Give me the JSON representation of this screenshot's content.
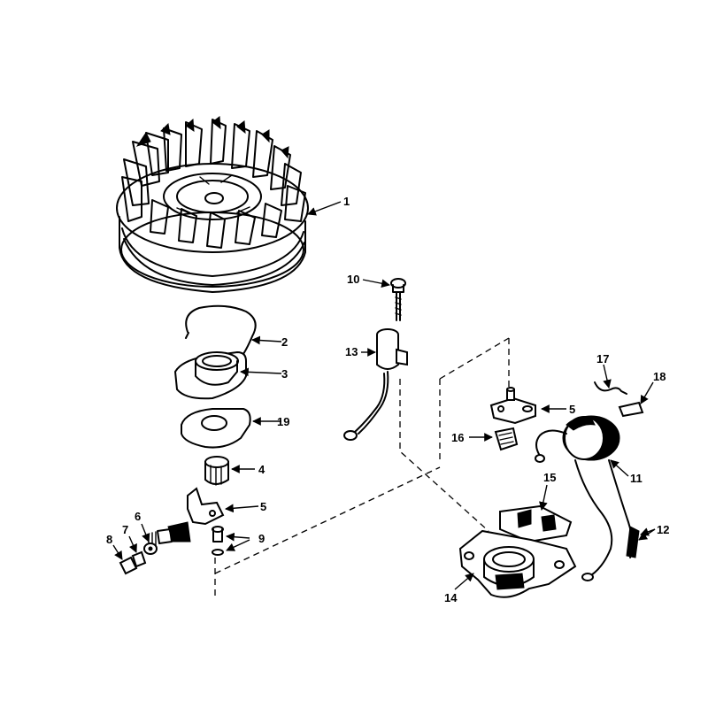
{
  "labels": {
    "l1": "1",
    "l2": "2",
    "l3": "3",
    "l4": "4",
    "l5a": "5",
    "l5b": "5",
    "l6": "6",
    "l7": "7",
    "l8": "8",
    "l9": "9",
    "l10": "10",
    "l11": "11",
    "l12": "12",
    "l13": "13",
    "l14": "14",
    "l15": "15",
    "l16": "16",
    "l17": "17",
    "l18": "18",
    "l19": "19"
  },
  "colors": {
    "ink": "#000000",
    "paper": "#ffffff"
  }
}
